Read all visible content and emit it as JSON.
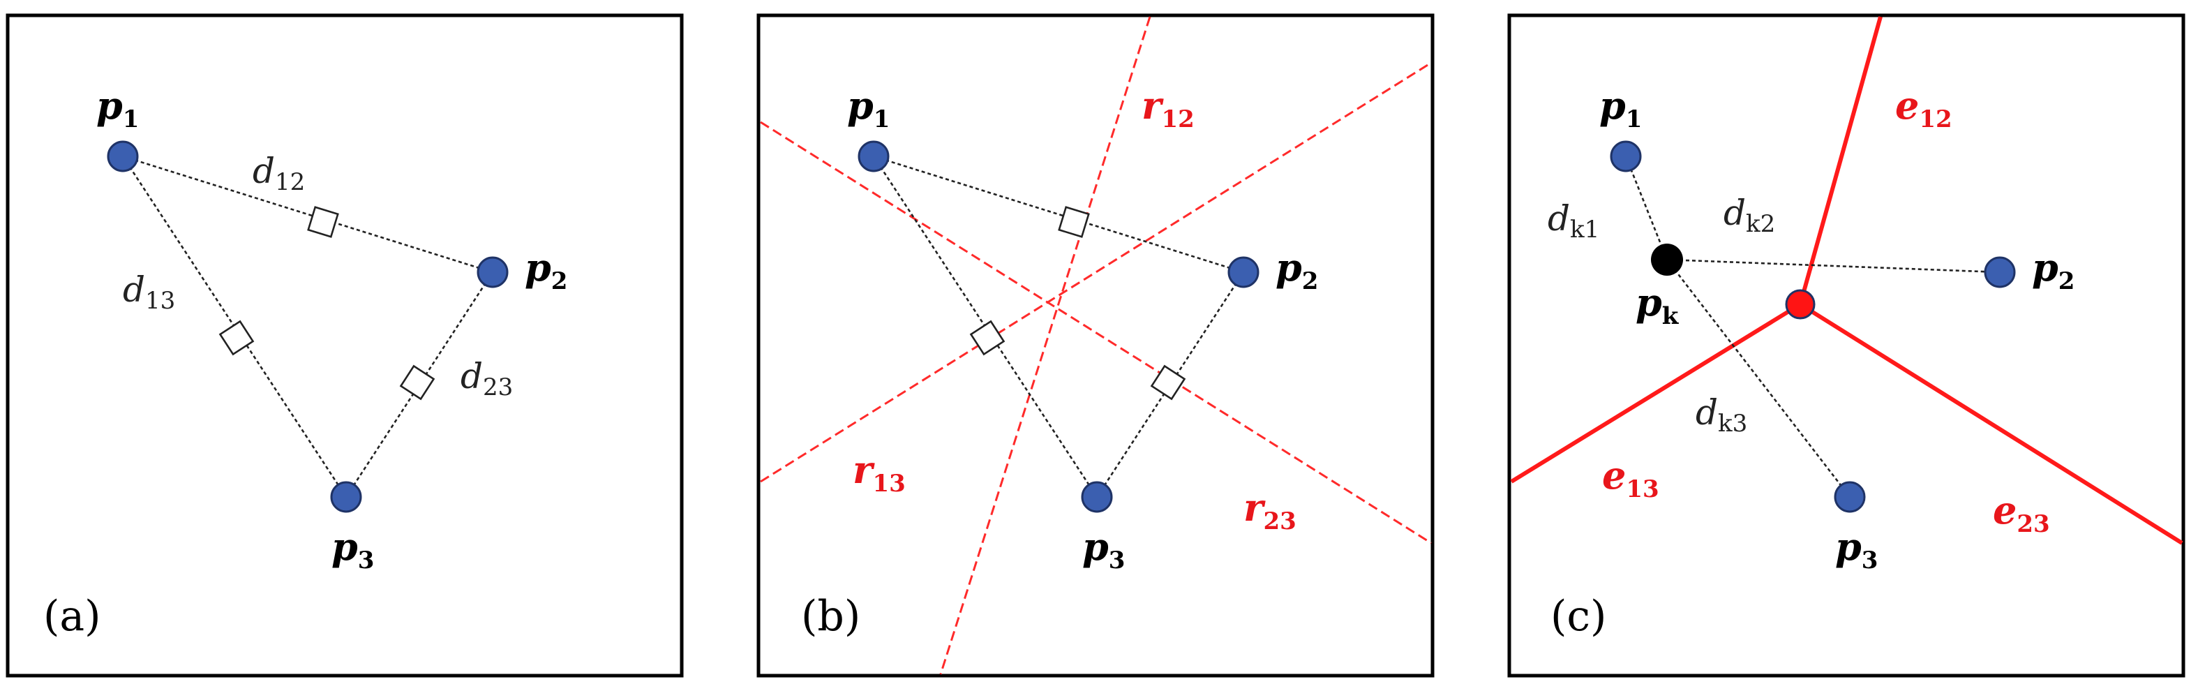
{
  "panels": {
    "a": {
      "label": "(a)",
      "points": {
        "p1": {
          "base": "p",
          "sub": "1"
        },
        "p2": {
          "base": "p",
          "sub": "2"
        },
        "p3": {
          "base": "p",
          "sub": "3"
        }
      },
      "distances": {
        "d12": {
          "base": "d",
          "sub": "12"
        },
        "d13": {
          "base": "d",
          "sub": "13"
        },
        "d23": {
          "base": "d",
          "sub": "23"
        }
      }
    },
    "b": {
      "label": "(b)",
      "points": {
        "p1": {
          "base": "p",
          "sub": "1"
        },
        "p2": {
          "base": "p",
          "sub": "2"
        },
        "p3": {
          "base": "p",
          "sub": "3"
        }
      },
      "bisectors": {
        "r12": {
          "base": "r",
          "sub": "12"
        },
        "r13": {
          "base": "r",
          "sub": "13"
        },
        "r23": {
          "base": "r",
          "sub": "23"
        }
      }
    },
    "c": {
      "label": "(c)",
      "points": {
        "p1": {
          "base": "p",
          "sub": "1"
        },
        "p2": {
          "base": "p",
          "sub": "2"
        },
        "p3": {
          "base": "p",
          "sub": "3"
        },
        "pk": {
          "base": "p",
          "sub": "k"
        }
      },
      "distances": {
        "dk1": {
          "base": "d",
          "sub": "k1"
        },
        "dk2": {
          "base": "d",
          "sub": "k2"
        },
        "dk3": {
          "base": "d",
          "sub": "k3"
        }
      },
      "edges": {
        "e12": {
          "base": "e",
          "sub": "12"
        },
        "e13": {
          "base": "e",
          "sub": "13"
        },
        "e23": {
          "base": "e",
          "sub": "23"
        }
      }
    }
  },
  "colors": {
    "site_fill": "#3b5fb0",
    "query_point": "#000000",
    "voronoi_vertex": "#ff1414",
    "bisector_and_edge": "#ff2a2a",
    "frame": "#000000"
  }
}
